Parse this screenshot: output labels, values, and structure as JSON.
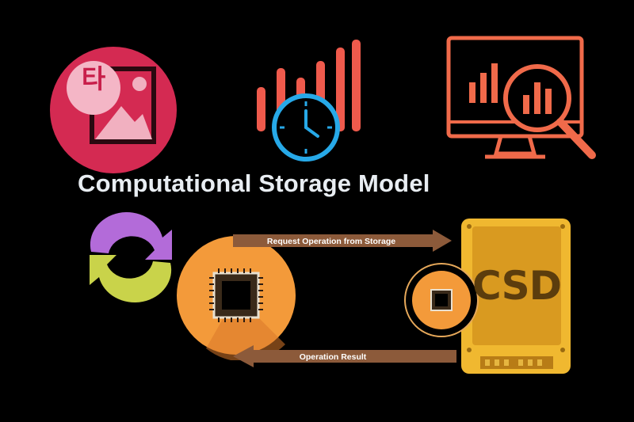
{
  "diagram": {
    "title": "Computational Storage Model",
    "request_label": "Request Operation from Storage",
    "result_label": "Operation Result",
    "csd_label": "CSD",
    "image_glyph": "타"
  },
  "icons": {
    "top_left": "image-translate-icon",
    "top_middle": "bar-chart-clock-icon",
    "top_right": "monitor-analytics-icon",
    "bottom_left": "sync-cycle-icon",
    "host_cpu": "cpu-chip-icon",
    "storage": "ssd-drive-icon"
  },
  "colors": {
    "background": "#000000",
    "title": "#e8edf2",
    "image_circle": "#d42a52",
    "bars": "#ef5a4c",
    "clock": "#27a9e8",
    "monitor": "#f06a4a",
    "cycle_purple": "#b36bd9",
    "cycle_green": "#c9d34a",
    "cpu_orange": "#f39a3a",
    "arrow_brown": "#8c5a3a",
    "csd_gold": "#e8aa28"
  }
}
